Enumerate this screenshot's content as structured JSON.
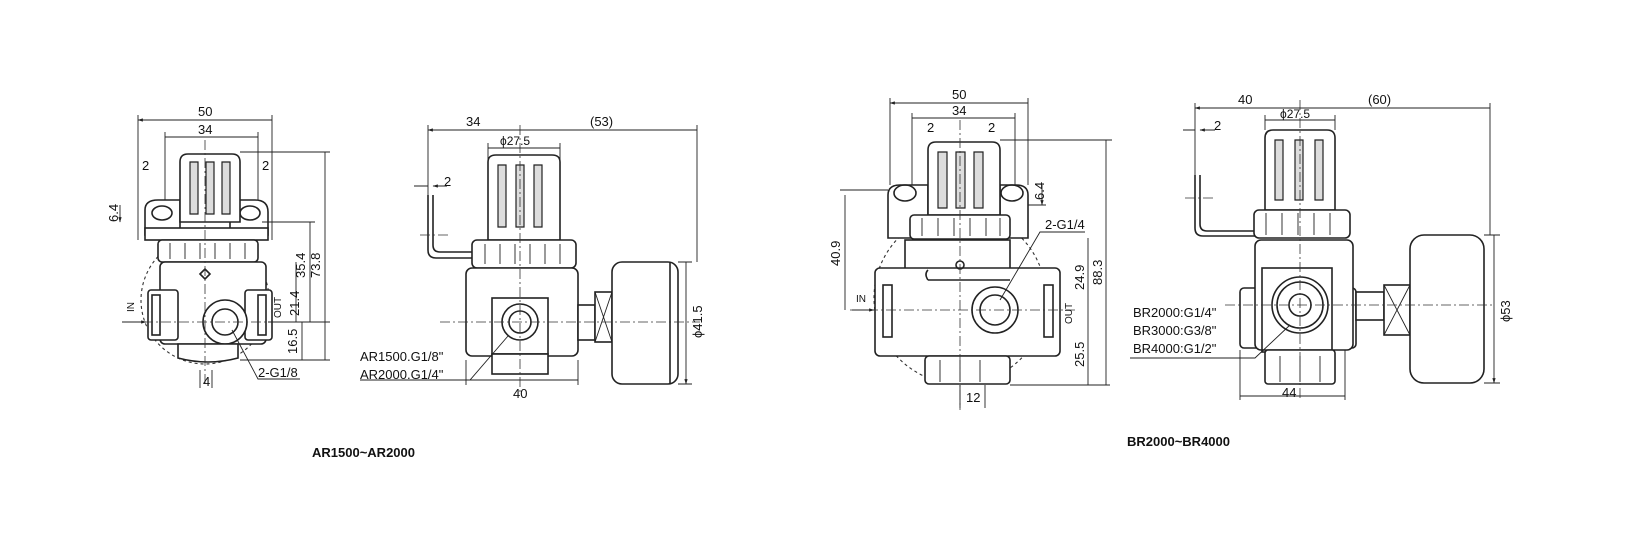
{
  "ar_front": {
    "w50": "50",
    "w34": "34",
    "gap_l": "2",
    "gap_r": "2",
    "hole": "6.4",
    "h738": "73.8",
    "h354": "35.4",
    "h214": "21.4",
    "h165": "16.5",
    "out": "OUT",
    "in": "IN",
    "port": "2-G1/8",
    "w4": "4"
  },
  "ar_side": {
    "w34": "34",
    "w53": "(53)",
    "knob": "ϕ27.5",
    "gap": "2",
    "gauge": "ϕ41.5",
    "w40": "40",
    "ports": [
      "AR1500.G1/8\"",
      "AR2000.G1/4\""
    ]
  },
  "ar_title": "AR1500~AR2000",
  "br_front": {
    "w50": "50",
    "w34": "34",
    "gap_l": "2",
    "gap_r": "2",
    "hole": "6.4",
    "h409": "40.9",
    "port": "2-G1/4",
    "out": "OUT",
    "h249": "24.9",
    "h883": "88.3",
    "h255": "25.5",
    "in": "IN",
    "w12": "12"
  },
  "br_side": {
    "w40": "40",
    "w60": "(60)",
    "knob": "ϕ27.5",
    "gap": "2",
    "gauge": "ϕ53",
    "w44": "44",
    "ports": [
      "BR2000:G1/4\"",
      "BR3000:G3/8\"",
      "BR4000:G1/2\""
    ]
  },
  "br_title": "BR2000~BR4000"
}
